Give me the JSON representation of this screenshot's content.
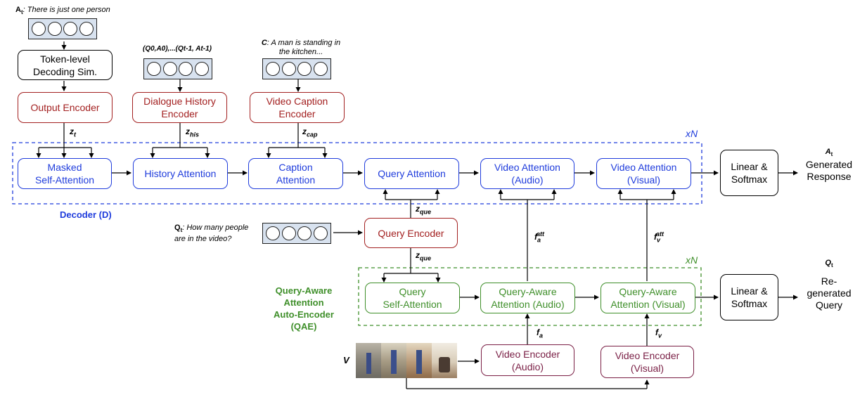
{
  "inputs": {
    "at_label": "A",
    "at_sub": "t",
    "at_text": ": There is just one person",
    "history_seq": "(Q",
    "history_text_full": "(Q0,A0),...(Qt-1, At-1)",
    "caption_label": "C",
    "caption_text_1": ": A man is standing in",
    "caption_text_2": "the kitchen...",
    "qt_label": "Q",
    "qt_sub": "t",
    "qt_text_1": ": How many people",
    "qt_text_2": "are in the video?",
    "v_label": "V"
  },
  "boxes": {
    "token_sim": [
      "Token-level",
      "Decoding Sim."
    ],
    "output_encoder": "Output Encoder",
    "dialogue_history_encoder": [
      "Dialogue History",
      "Encoder"
    ],
    "video_caption_encoder": [
      "Video Caption",
      "Encoder"
    ],
    "masked_self_attention": [
      "Masked",
      "Self-Attention"
    ],
    "history_attention": "History Attention",
    "caption_attention": [
      "Caption",
      "Attention"
    ],
    "query_attention": "Query Attention",
    "video_attention_audio": [
      "Video Attention",
      "(Audio)"
    ],
    "video_attention_visual": [
      "Video Attention",
      "(Visual)"
    ],
    "linear_softmax_top": [
      "Linear &",
      "Softmax"
    ],
    "query_encoder": "Query Encoder",
    "query_self_attention": [
      "Query",
      "Self-Attention"
    ],
    "query_aware_audio": [
      "Query-Aware",
      "Attention (Audio)"
    ],
    "query_aware_visual": [
      "Query-Aware",
      "Attention (Visual)"
    ],
    "linear_softmax_bottom": [
      "Linear &",
      "Softmax"
    ],
    "video_encoder_audio": [
      "Video Encoder",
      "(Audio)"
    ],
    "video_encoder_visual": [
      "Video Encoder",
      "(Visual)"
    ]
  },
  "variables": {
    "z": "z",
    "z_t_sub": "t",
    "z_his_sub": "his",
    "z_cap_sub": "cap",
    "z_que_sub": "que",
    "f": "f",
    "f_a_sub": "a",
    "f_v_sub": "v",
    "att_sup": "att"
  },
  "groups": {
    "decoder_label": "Decoder (D)",
    "qae_label": [
      "Query-Aware",
      "Attention",
      "Auto-Encoder",
      "(QAE)"
    ],
    "repeat_label": "xN"
  },
  "outputs": {
    "at_label": "A",
    "at_sub": "t",
    "at_text": [
      "Generated",
      "Response"
    ],
    "qt_label": "Q",
    "qt_sub": "t",
    "qt_text": [
      "Re-",
      "generated",
      "Query"
    ]
  },
  "colors": {
    "encoder_red": "#a32020",
    "decoder_blue": "#1f3cdc",
    "qae_green": "#3f8f2a",
    "video_purple": "#7a1f45",
    "token_fill": "#d8e2ef"
  }
}
